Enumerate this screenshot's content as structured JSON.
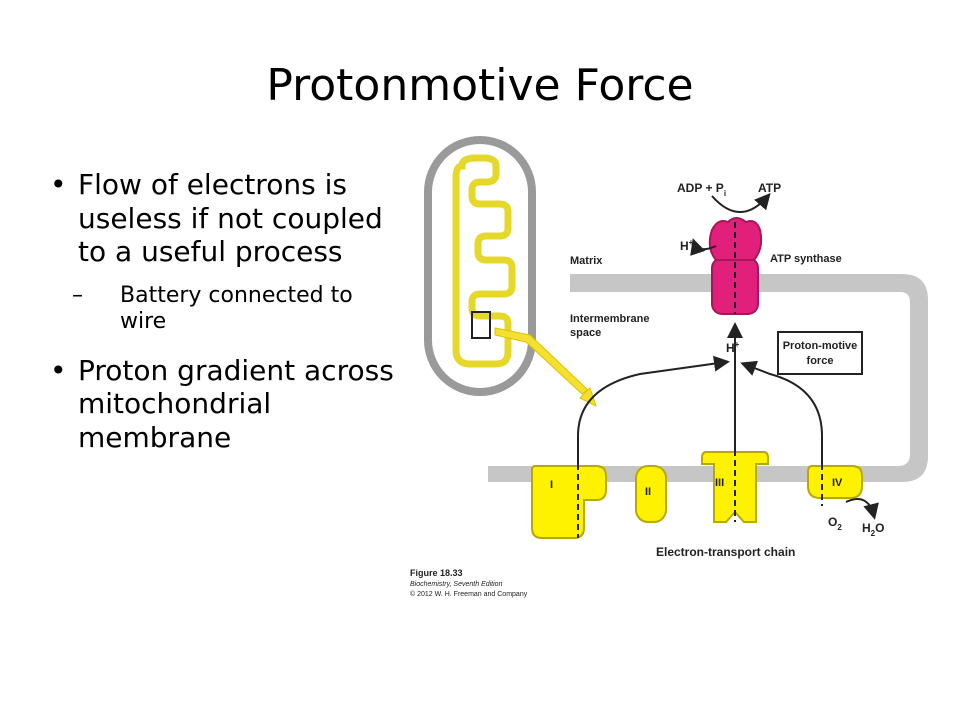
{
  "slide": {
    "title": "Protonmotive Force",
    "bullets": [
      {
        "text": "Flow of electrons is useless if not coupled to a useful process"
      },
      {
        "text": "Battery connected to wire"
      },
      {
        "text": "Proton gradient across mitochondrial membrane"
      }
    ]
  },
  "figure": {
    "labels": {
      "adp": "ADP + P",
      "adp_sub": "i",
      "atp": "ATP",
      "h_plus": "H",
      "plus": "+",
      "matrix": "Matrix",
      "atp_synthase": "ATP synthase",
      "intermembrane_line1": "Intermembrane",
      "intermembrane_line2": "space",
      "pmf_line1": "Proton-motive",
      "pmf_line2": "force",
      "complex_1": "I",
      "complex_2": "II",
      "complex_3": "III",
      "complex_4": "IV",
      "o2": "O",
      "o2_sub": "2",
      "h2o_h": "H",
      "h2o_sub": "2",
      "h2o_o": "O",
      "etc": "Electron-transport chain"
    },
    "caption": {
      "line1": "Figure 18.33",
      "line2": "Biochemistry, Seventh Edition",
      "line3": "© 2012 W. H. Freeman and Company"
    },
    "colors": {
      "membrane": "#c6c6c6",
      "complex_fill": "#fff200",
      "complex_stroke": "#b8a800",
      "synthase_fill": "#e0207a",
      "synthase_stroke": "#a8155a",
      "callout_arrow": "#f5e030"
    }
  }
}
